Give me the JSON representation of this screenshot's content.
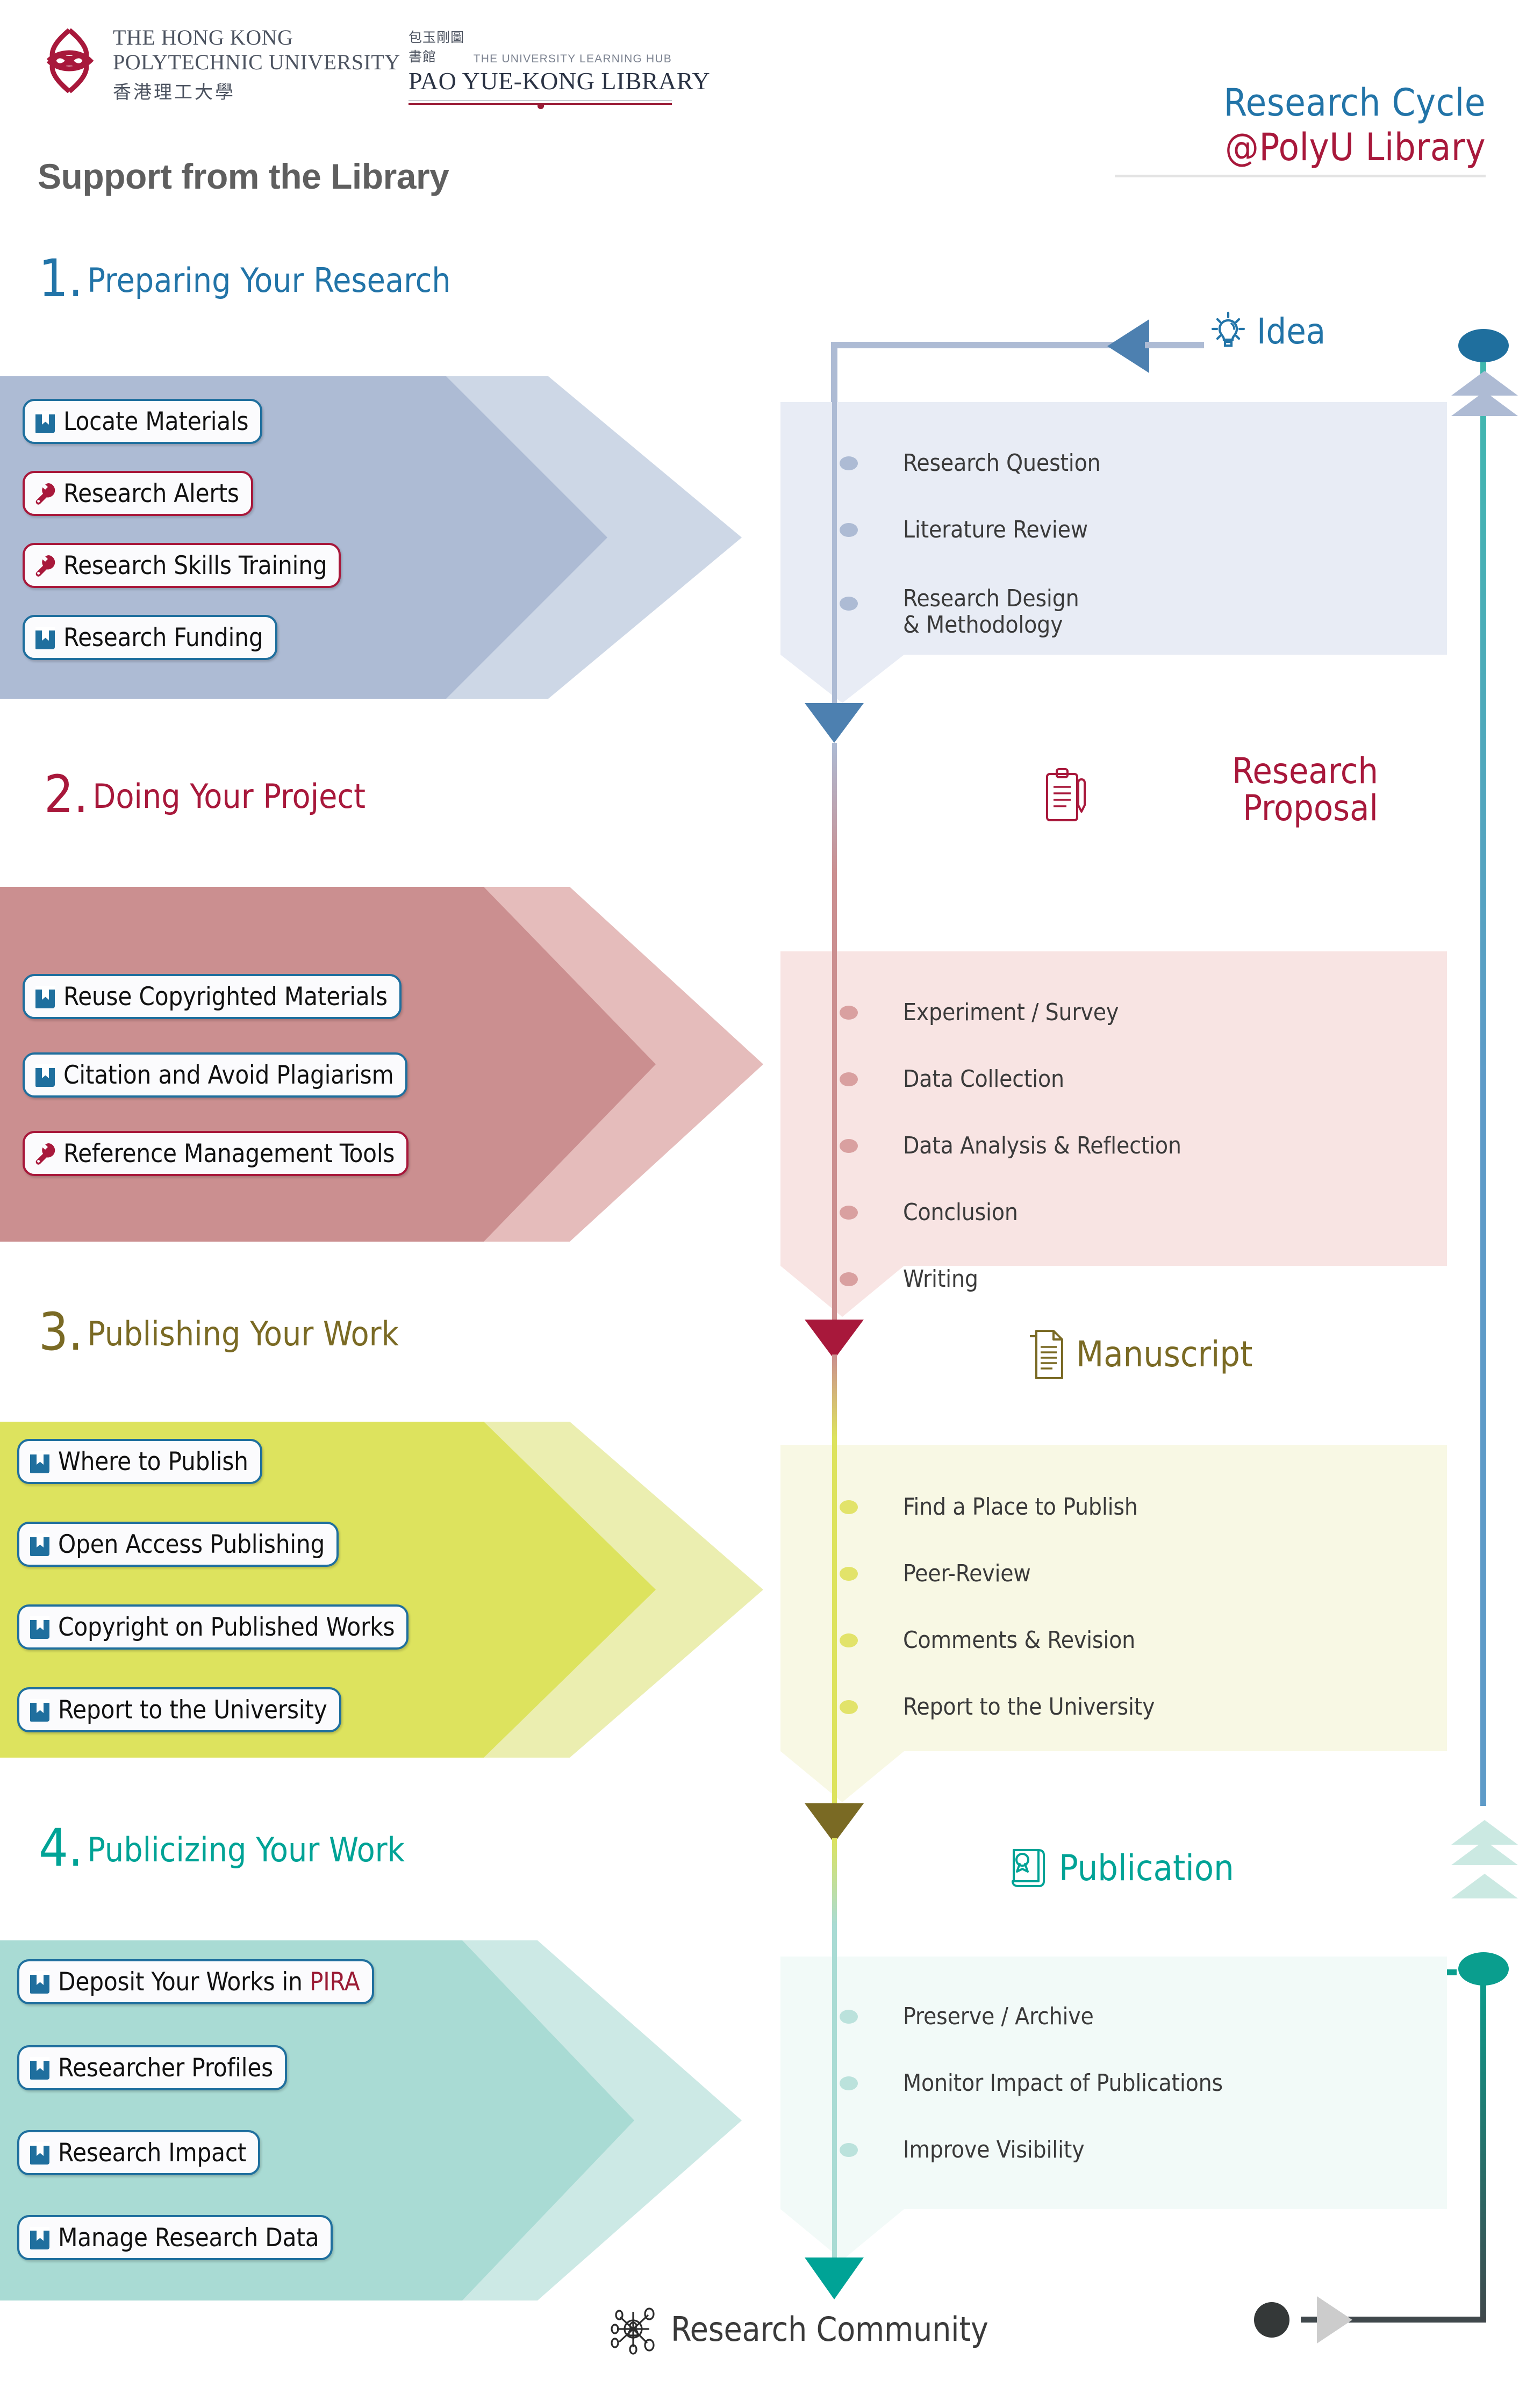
{
  "header": {
    "university_logo": {
      "line1": "THE HONG KONG",
      "line2": "POLYTECHNIC UNIVERSITY",
      "line3": "香港理工大學",
      "icon": "polyu-knot-logo"
    },
    "library_logo": {
      "chinese": "包玉剛圖書館",
      "tagline": "THE UNIVERSITY LEARNING HUB",
      "name": "PAO YUE-KONG LIBRARY"
    },
    "main_title": "Support from the Library",
    "cycle_title_line1": "Research Cycle",
    "cycle_title_line2": "@PolyU Library"
  },
  "colors": {
    "blue": "#2274a8",
    "blue_dark": "#1f6f9e",
    "red": "#a8183b",
    "olive": "#7a6a24",
    "teal": "#00a396",
    "band1": "#adbbd4",
    "band1_shadow": "#cdd7e6",
    "band2": "#cb8f90",
    "band2_shadow": "#e5bcbb",
    "band3": "#dde35e",
    "band3_shadow": "#ebeeb0",
    "band4": "#a9dbd4",
    "band4_shadow": "#cce9e5"
  },
  "sections": [
    {
      "number": "1.",
      "title": "Preparing Your Research",
      "color": "#2274a8",
      "items": [
        {
          "label": "Locate Materials",
          "icon": "book-icon",
          "style": "blue"
        },
        {
          "label": "Research Alerts",
          "icon": "wrench-icon",
          "style": "red"
        },
        {
          "label": "Research Skills Training",
          "icon": "wrench-icon",
          "style": "red"
        },
        {
          "label": "Research Funding",
          "icon": "book-icon",
          "style": "blue"
        }
      ]
    },
    {
      "number": "2.",
      "title": "Doing Your Project",
      "color": "#a8183b",
      "items": [
        {
          "label": "Reuse Copyrighted Materials",
          "icon": "book-icon",
          "style": "blue"
        },
        {
          "label": "Citation and Avoid Plagiarism",
          "icon": "book-icon",
          "style": "blue"
        },
        {
          "label": "Reference Management Tools",
          "icon": "wrench-icon",
          "style": "red"
        }
      ]
    },
    {
      "number": "3.",
      "title": "Publishing Your Work",
      "color": "#7a6a24",
      "items": [
        {
          "label": "Where to Publish",
          "icon": "book-icon",
          "style": "blue"
        },
        {
          "label": "Open Access Publishing",
          "icon": "book-icon",
          "style": "blue"
        },
        {
          "label": "Copyright on Published Works",
          "icon": "book-icon",
          "style": "blue"
        },
        {
          "label": "Report to the University",
          "icon": "book-icon",
          "style": "blue"
        }
      ]
    },
    {
      "number": "4.",
      "title": "Publicizing Your Work",
      "color": "#00a396",
      "items": [
        {
          "label": "Deposit Your Works in ",
          "highlight": "PIRA",
          "icon": "book-icon",
          "style": "blue"
        },
        {
          "label": "Researcher Profiles",
          "icon": "book-icon",
          "style": "blue"
        },
        {
          "label": "Research Impact",
          "icon": "book-icon",
          "style": "blue"
        },
        {
          "label": "Manage Research Data",
          "icon": "book-icon",
          "style": "blue"
        }
      ]
    }
  ],
  "stages": [
    {
      "name": "Idea",
      "icon": "lightbulb-icon",
      "color": "#2274a8",
      "items": [
        "Research Question",
        "Literature Review",
        "Research Design\n& Methodology"
      ]
    },
    {
      "name": "Research\nProposal",
      "icon": "clipboard-icon",
      "color": "#a8183b",
      "items": [
        "Experiment / Survey",
        "Data Collection",
        "Data Analysis & Reflection",
        "Conclusion",
        "Writing"
      ]
    },
    {
      "name": "Manuscript",
      "icon": "document-icon",
      "color": "#7a6a24",
      "items": [
        "Find a Place to Publish",
        "Peer-Review",
        "Comments & Revision",
        "Report to the University"
      ]
    },
    {
      "name": "Publication",
      "icon": "certificate-scroll-icon",
      "color": "#00a396",
      "items": [
        "Preserve / Archive",
        "Monitor Impact of Publications",
        "Improve Visibility"
      ]
    }
  ],
  "footer": {
    "community_label": "Research Community",
    "community_icon": "network-nodes-icon"
  }
}
